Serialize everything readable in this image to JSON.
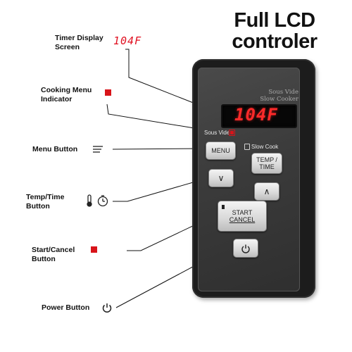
{
  "title": {
    "line1": "Full LCD",
    "line2": "controler"
  },
  "callouts": {
    "timer": {
      "label": "Timer Display\nScreen",
      "sample": "104F"
    },
    "cooking_menu": {
      "label": "Cooking Menu\nIndicator"
    },
    "menu": {
      "label": "Menu Button",
      "icon": "menu-lines-icon"
    },
    "temp_time": {
      "label": "Temp/Time\nButton",
      "icon": "thermometer-timer-icon"
    },
    "start_cancel": {
      "label": "Start/Cancel\nButton"
    },
    "power": {
      "label": "Power Button",
      "icon": "power-icon"
    }
  },
  "device": {
    "brand_line1": "Sous Vide",
    "brand_line2": "Slow Cooker",
    "lcd_value": "104F",
    "mode_sous_vide": "Sous Vide",
    "mode_slow_cook": "Slow Cook",
    "btn_menu": "MENU",
    "btn_temp_1": "TEMP /",
    "btn_temp_2": "TIME",
    "btn_down": "∨",
    "btn_up": "∧",
    "btn_start_1": "START",
    "btn_start_2": "CANCEL",
    "btn_power": "⏻"
  },
  "colors": {
    "accent_red": "#d8141a",
    "lcd_red": "#ff2a2a",
    "device_body": "#1c1c1c"
  }
}
